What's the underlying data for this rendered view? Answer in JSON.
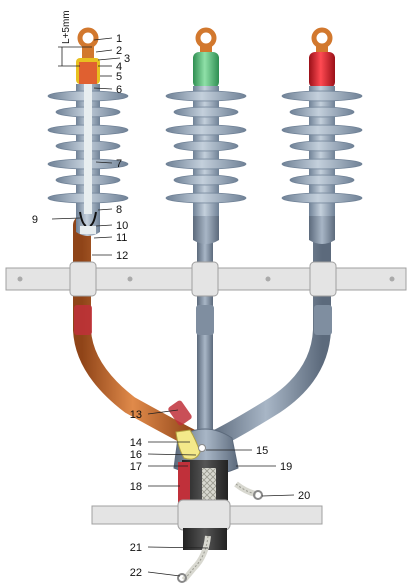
{
  "dimension_label": "L+5mm",
  "callouts": [
    "1",
    "2",
    "3",
    "4",
    "5",
    "6",
    "7",
    "8",
    "9",
    "10",
    "11",
    "12",
    "13",
    "14",
    "15",
    "16",
    "17",
    "18",
    "19",
    "20",
    "21",
    "22"
  ],
  "colors": {
    "insulator": "#9aaabb",
    "insulator_dark": "#6f8196",
    "insulator_light": "#c4d0dc",
    "cable_sheath": "#c86428",
    "cable_sheath_dark": "#8f4418",
    "lug": "#d2782e",
    "phase_green": "#5cc47c",
    "phase_red": "#d8202a",
    "core_white": "#e8eef0",
    "yellow_tape": "#e8c020",
    "red_seal": "#c0303a",
    "clamp": "#e4e4e4",
    "clamp_edge": "#a0a0a0",
    "braid": "#d8d8d0",
    "breakout_boot": "#7f8ea0"
  }
}
